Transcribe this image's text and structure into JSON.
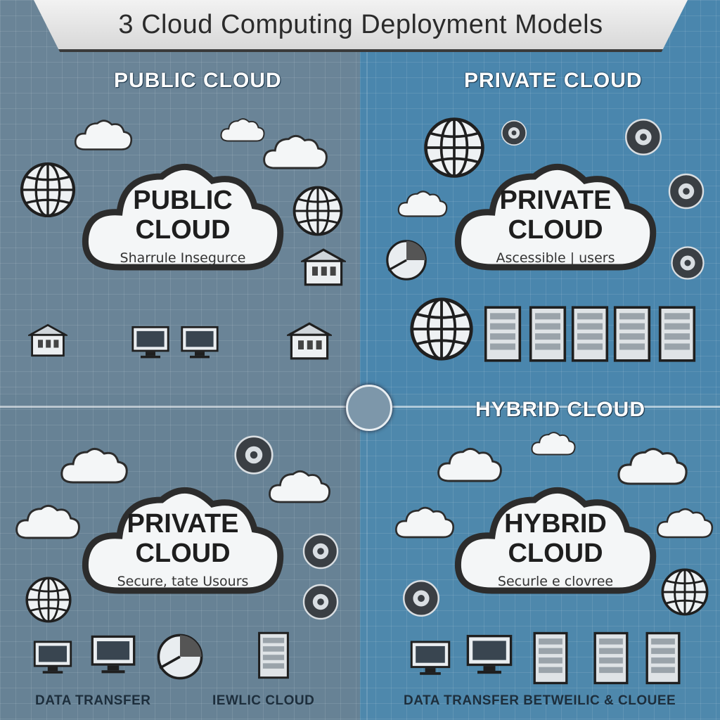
{
  "header": {
    "title": "3 Cloud Computing Deployment Models"
  },
  "panels": {
    "top_left": {
      "heading": "PUBLIC CLOUD",
      "cloud_line1": "PUBLIC",
      "cloud_line2": "CLOUD",
      "cloud_sub": "Sharrule Insegurce"
    },
    "top_right": {
      "heading": "PRIVATE CLOUD",
      "cloud_line1": "PRIVATE",
      "cloud_line2": "CLOUD",
      "cloud_sub": "Ascessible | users"
    },
    "bottom_left": {
      "cloud_line1": "PRIVATE",
      "cloud_line2": "CLOUD",
      "cloud_sub": "Secure, tate Usours",
      "footer": "DATA TRANSFER",
      "footer2": "IEWLIC CLOUD"
    },
    "bottom_right": {
      "heading": "HYBRID CLOUD",
      "cloud_line1": "HYBRID",
      "cloud_line2": "CLOUD",
      "cloud_sub": "Securle e clovree",
      "footer": "DATA TRANSFER BETWEILIC & CLOUEE"
    }
  },
  "icons": [
    "cloud-icon",
    "globe-icon",
    "server-rack-icon",
    "building-icon",
    "monitor-icon",
    "gear-icon",
    "network-node-icon",
    "pie-chart-icon"
  ]
}
